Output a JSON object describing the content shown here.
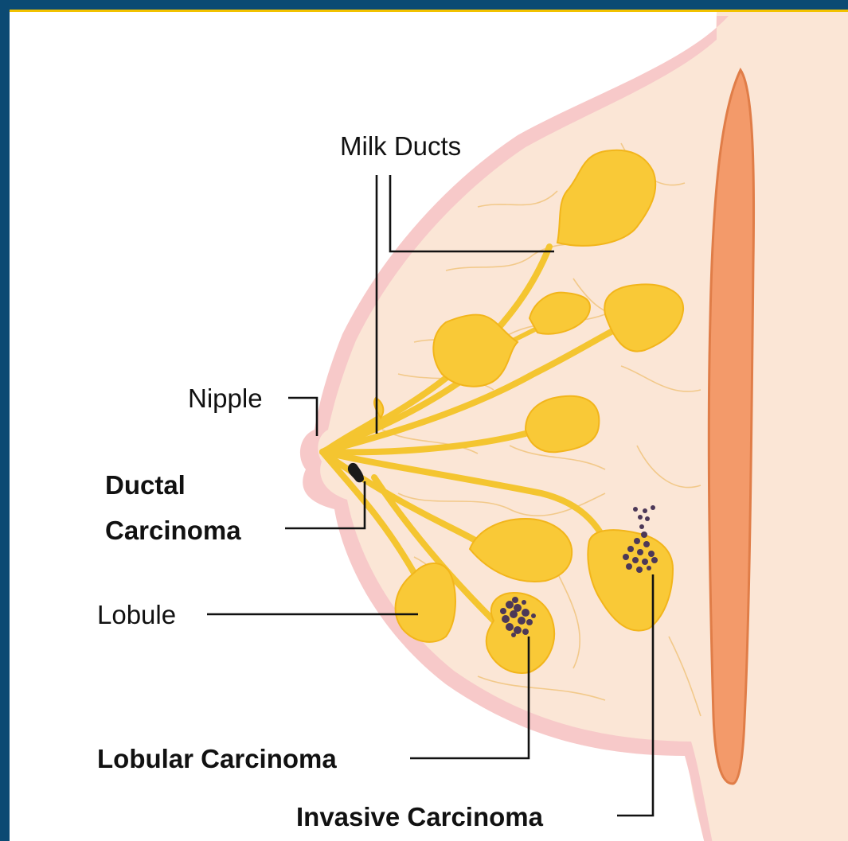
{
  "labels": {
    "milk_ducts": "Milk Ducts",
    "nipple": "Nipple",
    "ductal_line1": "Ductal",
    "ductal_line2": "Carcinoma",
    "lobule": "Lobule",
    "lobular_carcinoma": "Lobular Carcinoma",
    "invasive_carcinoma": "Invasive Carcinoma"
  },
  "colors": {
    "frame_border": "#0b4a73",
    "frame_accent": "#f2c200",
    "skin": "#fbe6d6",
    "skin_outline": "#f5b8ba",
    "lobule_fill": "#f9c937",
    "muscle": "#f39a6a",
    "tumor_cells": "#4c3858"
  }
}
